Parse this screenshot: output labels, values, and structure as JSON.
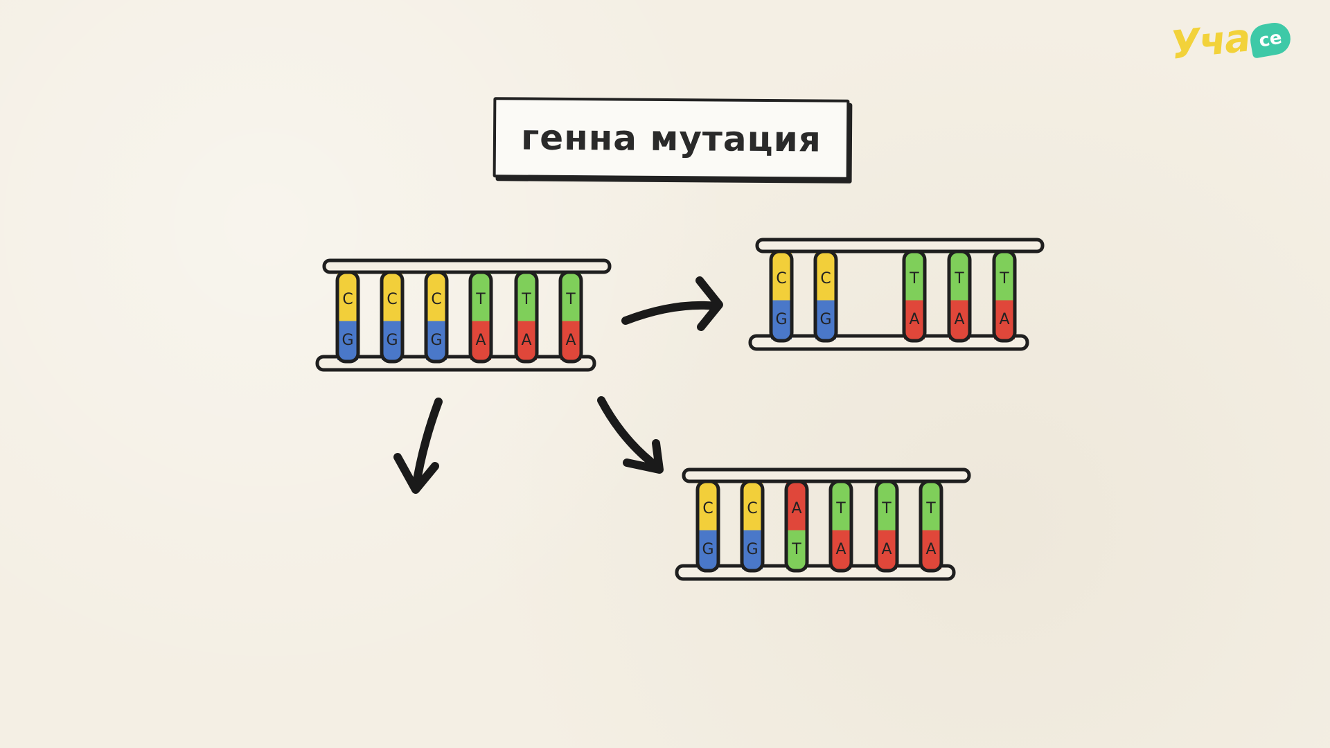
{
  "title": "генна мутация",
  "logo": {
    "text": "Уча",
    "badge": "се"
  },
  "colors": {
    "C": "#f2cf3a",
    "G": "#4a78c9",
    "T": "#7fcf5a",
    "A": "#e0473a",
    "outline": "#1f1f1f"
  },
  "strands": {
    "original": [
      {
        "top": "C",
        "bottom": "G"
      },
      {
        "top": "C",
        "bottom": "G"
      },
      {
        "top": "C",
        "bottom": "G"
      },
      {
        "top": "T",
        "bottom": "A"
      },
      {
        "top": "T",
        "bottom": "A"
      },
      {
        "top": "T",
        "bottom": "A"
      }
    ],
    "deletion": [
      {
        "top": "C",
        "bottom": "G"
      },
      {
        "top": "C",
        "bottom": "G"
      },
      {
        "top": "T",
        "bottom": "A"
      },
      {
        "top": "T",
        "bottom": "A"
      },
      {
        "top": "T",
        "bottom": "A"
      }
    ],
    "substitution": [
      {
        "top": "C",
        "bottom": "G"
      },
      {
        "top": "C",
        "bottom": "G"
      },
      {
        "top": "A",
        "bottom": "T"
      },
      {
        "top": "T",
        "bottom": "A"
      },
      {
        "top": "T",
        "bottom": "A"
      },
      {
        "top": "T",
        "bottom": "A"
      }
    ]
  }
}
